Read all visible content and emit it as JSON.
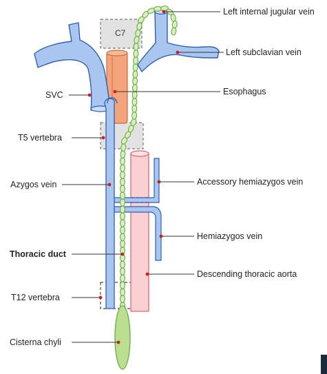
{
  "labels": {
    "left_internal_jugular_vein": "Left internal jugular vein",
    "left_subclavian_vein": "Left subclavian vein",
    "esophagus": "Esophagus",
    "svc": "SVC",
    "t5_vertebra": "T5 vertebra",
    "azygos_vein": "Azygos vein",
    "accessory_hemiazygos_vein": "Accessory hemiazygos vein",
    "hemiazygos_vein": "Hemiazygos vein",
    "thoracic_duct": "Thoracic duct",
    "descending_thoracic_aorta": "Descending thoracic aorta",
    "t12_vertebra": "T12 vertebra",
    "cisterna_chyli": "Cisterna chyli",
    "c7": "C7"
  },
  "colors": {
    "vein_fill": "#a9c6f0",
    "vein_stroke": "#2f5fae",
    "duct_fill": "#d8efb8",
    "duct_stroke": "#6aa84f",
    "esophagus_fill": "#f4a47c",
    "esophagus_stroke": "#c86a3c",
    "aorta_fill": "#fbd0d3",
    "aorta_stroke": "#e0606a",
    "vertebra_fill": "#e2e2e2",
    "pointer_dot": "#cc1f1f"
  }
}
